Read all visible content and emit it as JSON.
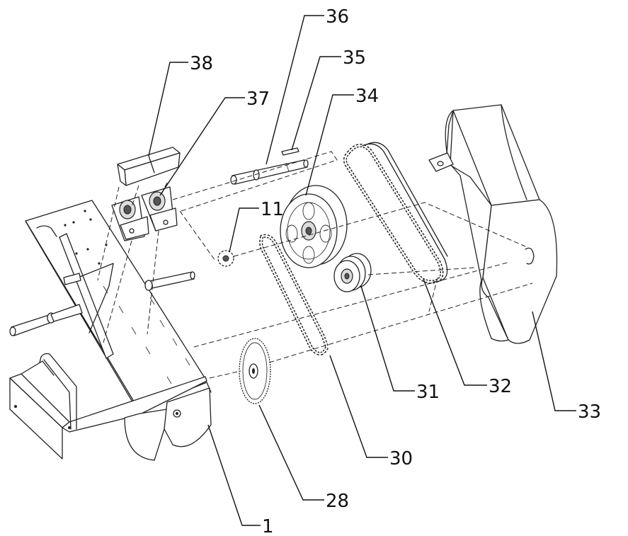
{
  "callouts": [
    {
      "id": "p36",
      "label": "36"
    },
    {
      "id": "p35",
      "label": "35"
    },
    {
      "id": "p38",
      "label": "38"
    },
    {
      "id": "p37",
      "label": "37"
    },
    {
      "id": "p34",
      "label": "34"
    },
    {
      "id": "p11",
      "label": "11"
    },
    {
      "id": "p31",
      "label": "31"
    },
    {
      "id": "p32",
      "label": "32"
    },
    {
      "id": "p33",
      "label": "33"
    },
    {
      "id": "p30",
      "label": "30"
    },
    {
      "id": "p28",
      "label": "28"
    },
    {
      "id": "p1",
      "label": "1"
    }
  ]
}
